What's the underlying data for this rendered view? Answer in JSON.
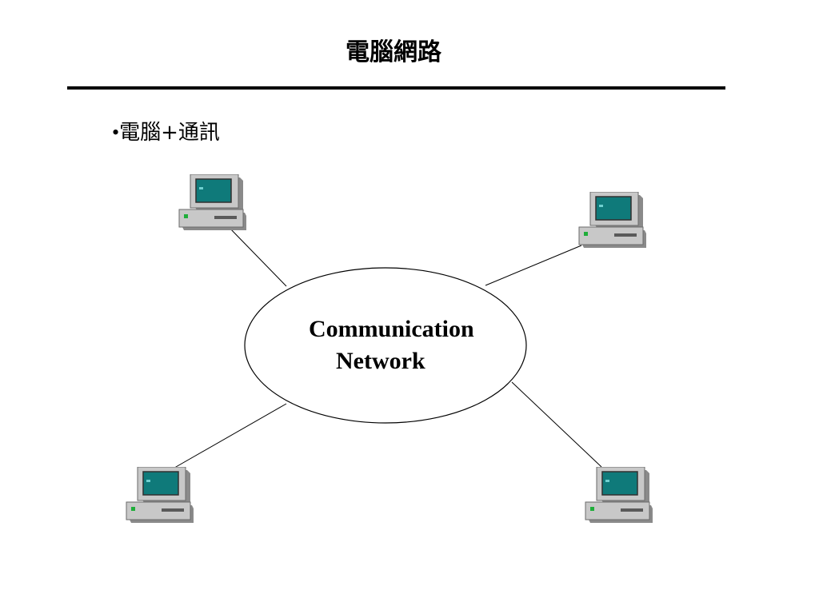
{
  "slide": {
    "title": "電腦網路",
    "bullet_symbol": "•",
    "bullet_text": "電腦+通訊"
  },
  "diagram": {
    "network_label_line1": "Communication",
    "network_label_line2": "Network",
    "nodes": [
      {
        "name": "computer-top-left",
        "icon": "desktop-computer-icon"
      },
      {
        "name": "computer-top-right",
        "icon": "desktop-computer-icon"
      },
      {
        "name": "computer-bottom-left",
        "icon": "desktop-computer-icon"
      },
      {
        "name": "computer-bottom-right",
        "icon": "desktop-computer-icon"
      }
    ],
    "colors": {
      "line": "#000000",
      "monitor_screen": "#0f7a7a",
      "case": "#c8c8c8",
      "shadow": "#8a8a8a",
      "power_led": "#1fae3a"
    }
  }
}
